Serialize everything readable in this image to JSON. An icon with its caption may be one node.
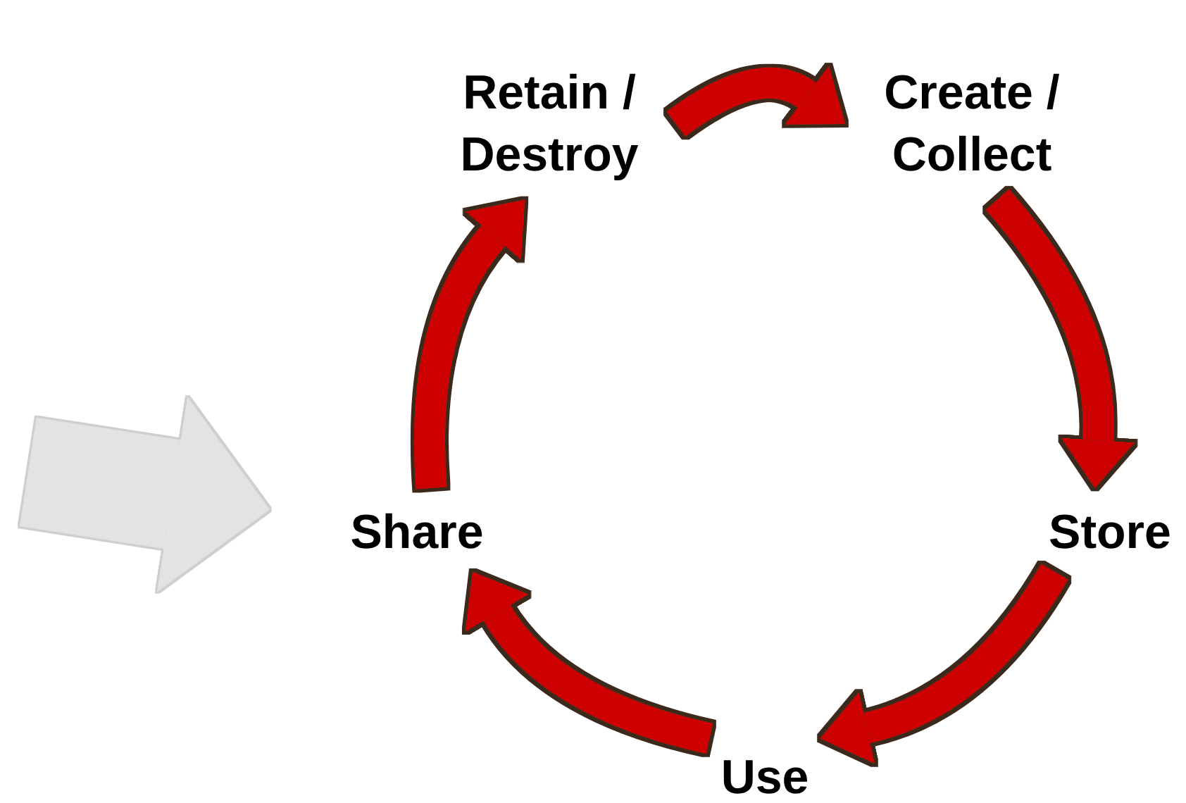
{
  "diagram": {
    "nodes": [
      {
        "text": [
          "Retain / Destroy"
        ]
      },
      {
        "text": [
          "Create / Collect"
        ]
      },
      {
        "text": [
          "Store"
        ]
      },
      {
        "text": [
          "Use"
        ]
      },
      {
        "text": [
          "Share"
        ]
      }
    ],
    "edges": [
      {
        "from": 0,
        "to": 1,
        "arrow": "to"
      },
      {
        "from": 1,
        "to": 2,
        "arrow": "to"
      },
      {
        "from": 2,
        "to": 3,
        "arrow": "to"
      },
      {
        "from": 3,
        "to": 4,
        "arrow": "to"
      },
      {
        "from": 4,
        "to": 0,
        "arrow": "to"
      },
      {
        "from": null,
        "to": 4,
        "arrow": "to",
        "style": "thick",
        "color": "#e3e3e3"
      }
    ]
  }
}
